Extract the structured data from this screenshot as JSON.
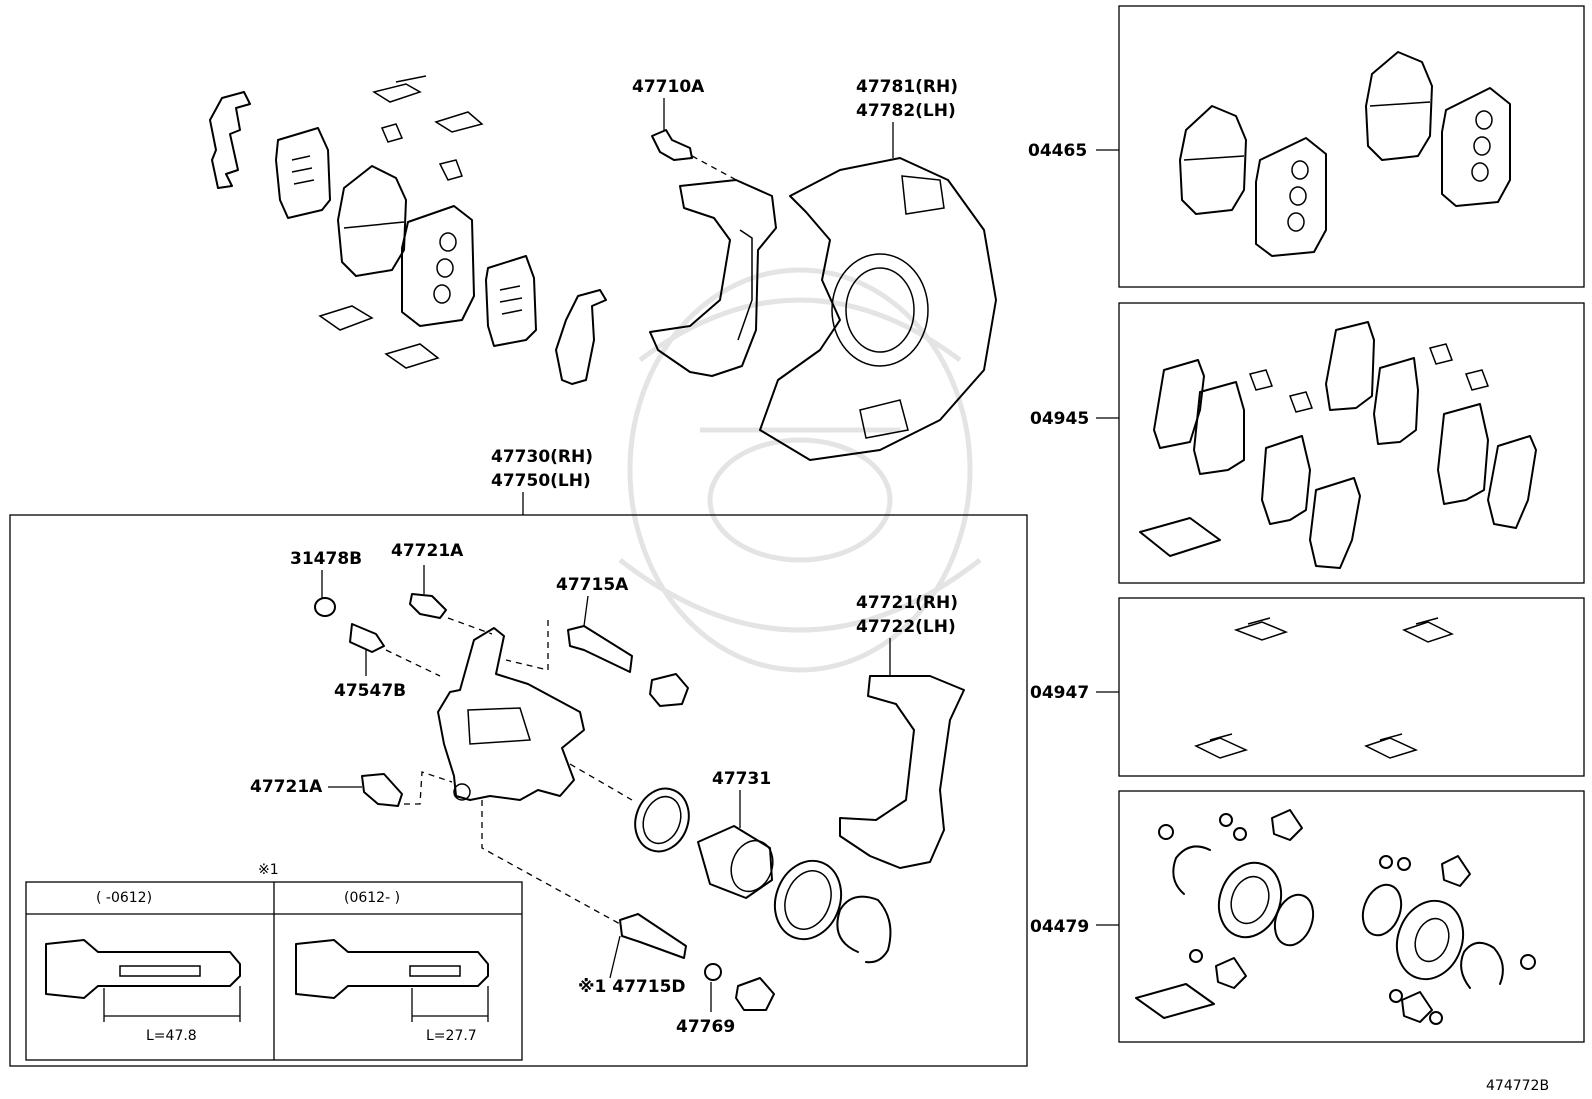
{
  "labels": {
    "p47710A": "47710A",
    "p47781": "47781(RH)",
    "p47782": "47782(LH)",
    "p47730": "47730(RH)",
    "p47750": "47750(LH)",
    "p31478B": "31478B",
    "p47721A_top": "47721A",
    "p47715A": "47715A",
    "p47547B": "47547B",
    "p47721": "47721(RH)",
    "p47722": "47722(LH)",
    "p47721A_bot": "47721A",
    "p47731": "47731",
    "p47715D": "※1 47715D",
    "p47769": "47769",
    "k04465": "04465",
    "k04945": "04945",
    "k04947": "04947",
    "k04479": "04479",
    "note_mark": "※1",
    "note_left_header": "(     -0612)",
    "note_right_header": "(0612-     )",
    "note_left_length": "L=47.8",
    "note_right_length": "L=27.7",
    "diagram_id": "474772B"
  }
}
